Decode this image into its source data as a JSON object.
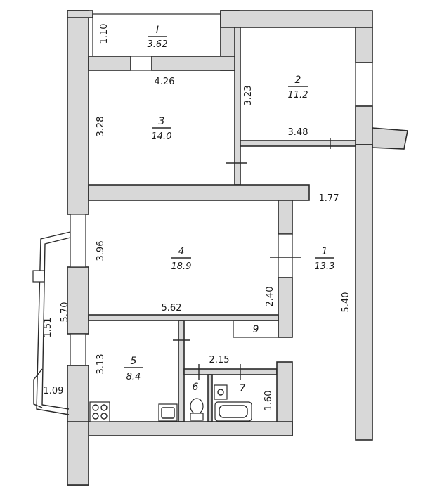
{
  "rooms": [
    {
      "number": "I",
      "area": "3.62"
    },
    {
      "number": "2",
      "area": "11.2"
    },
    {
      "number": "3",
      "area": "14.0"
    },
    {
      "number": "4",
      "area": "18.9"
    },
    {
      "number": "1",
      "area": "13.3"
    },
    {
      "number": "5",
      "area": "8.4"
    },
    {
      "number": "6",
      "area": ""
    },
    {
      "number": "7",
      "area": ""
    },
    {
      "number": "9",
      "area": ""
    }
  ],
  "dimensions": {
    "balcony_depth": "1.10",
    "balcony_width": "4.26",
    "room2_height": "3.23",
    "room2_width": "3.48",
    "room3_height": "3.28",
    "hall_gap": "1.77",
    "room4_height": "3.96",
    "room4_width": "5.62",
    "room4_right_height": "2.40",
    "corridor_length": "5.40",
    "bay_outer": "5.70",
    "bay_side": "1.51",
    "bay_bottom": "1.09",
    "room5_height": "3.13",
    "bath_width": "2.15",
    "bath_height": "1.60"
  }
}
